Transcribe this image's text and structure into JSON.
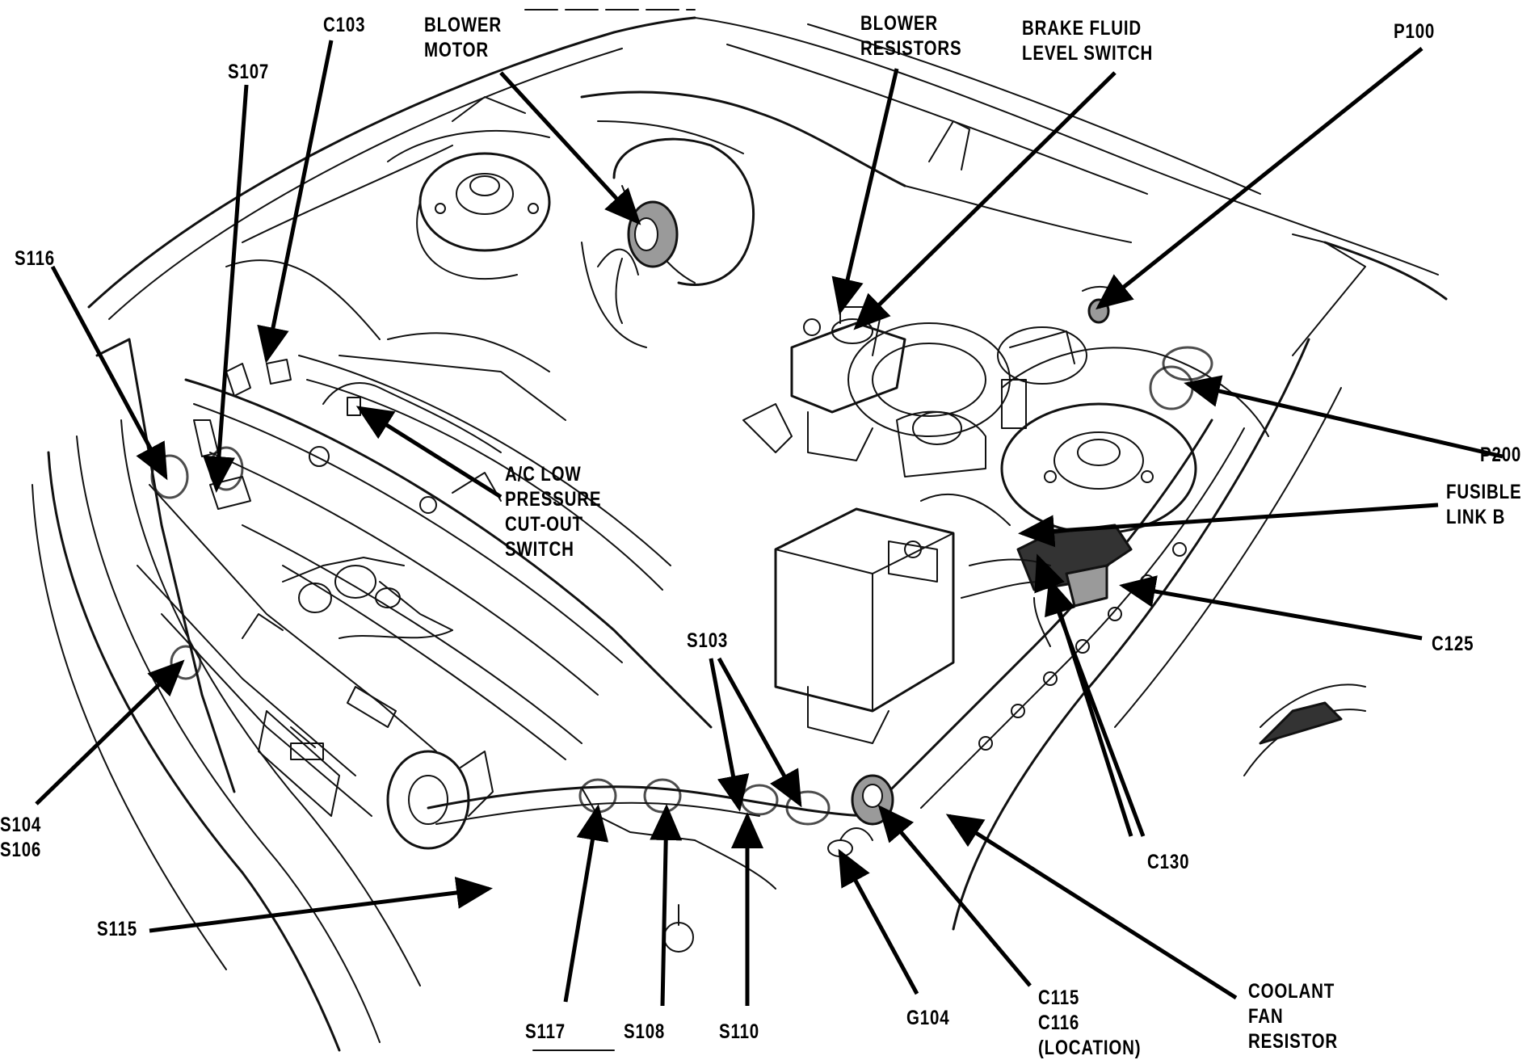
{
  "labels": {
    "c103": [
      "C103"
    ],
    "blower_motor": [
      "BLOWER",
      "MOTOR"
    ],
    "blower_resistors": [
      "BLOWER",
      "RESISTORS"
    ],
    "brake_fluid": [
      "BRAKE FLUID",
      "LEVEL SWITCH"
    ],
    "p100": [
      "P100"
    ],
    "s107": [
      "S107"
    ],
    "s116": [
      "S116"
    ],
    "p200": [
      "P200"
    ],
    "fusible_link": [
      "FUSIBLE",
      "LINK B"
    ],
    "ac_switch": [
      "A/C LOW",
      "PRESSURE",
      "CUT-OUT",
      "SWITCH"
    ],
    "c125": [
      "C125"
    ],
    "s103": [
      "S103"
    ],
    "s104_s106": [
      "S104",
      "S106"
    ],
    "c130": [
      "C130"
    ],
    "s115": [
      "S115"
    ],
    "coolant_fan": [
      "COOLANT",
      "FAN",
      "RESISTOR"
    ],
    "c115_c116": [
      "C115",
      "C116",
      "(LOCATION)"
    ],
    "g104": [
      "G104"
    ],
    "s117": [
      "S117"
    ],
    "s108": [
      "S108"
    ],
    "s110": [
      "S110"
    ]
  },
  "colors": {
    "ink": "#000000",
    "background": "#ffffff",
    "shade": "#b8b8b8"
  }
}
